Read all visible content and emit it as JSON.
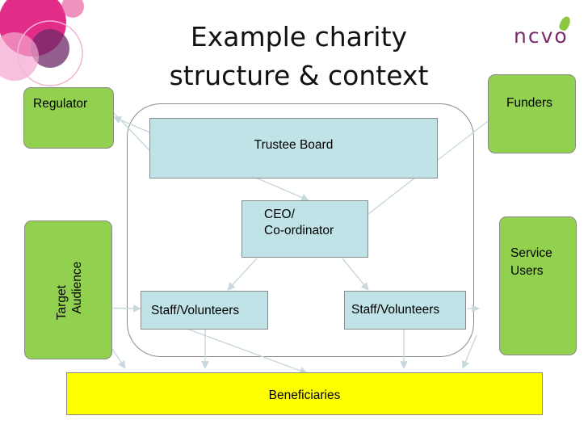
{
  "title": "Example charity\nstructure & context",
  "logo": {
    "text": "ncvo"
  },
  "nodes": {
    "regulator": "Regulator",
    "funders": "Funders",
    "target_audience": "Target\n  Audience",
    "service_users": "Service\nUsers",
    "trustee_board": "Trustee Board",
    "ceo": "CEO/\nCo-ordinator",
    "staff_left": "Staff/Volunteers",
    "staff_right": "Staff/Volunteers",
    "beneficiaries": "Beneficiaries"
  },
  "colors": {
    "stakeholder_box": "#92d050",
    "internal_box": "#bfe3e6",
    "beneficiary_box": "#ffff00",
    "connector": "#c7d9dc",
    "decor_pink": "#e0157a",
    "decor_purple": "#7a2a6a"
  }
}
